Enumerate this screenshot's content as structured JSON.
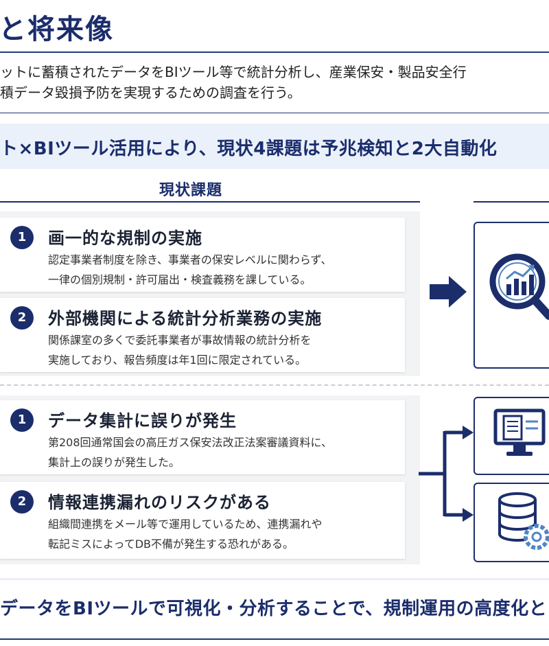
{
  "header": {
    "title": "と将来像",
    "intro_line1": "ットに蓄積されたデータをBIツール等で統計分析し、産業保安・製品安全行",
    "intro_line2": "積データ毀損予防を実現するための調査を行う。"
  },
  "banner": {
    "text": "ト×BIツール活用により、現状4課題は予兆検知と2大自動化"
  },
  "section": {
    "title": "現状課題"
  },
  "group1": {
    "items": [
      {
        "number": "1",
        "title": "画一的な規制の実施",
        "line1": "認定事業者制度を除き、事業者の保安レベルに関わらず、",
        "line2": "一律の個別規制・許可届出・検査義務を課している。"
      },
      {
        "number": "2",
        "title": "外部機関による統計分析業務の実施",
        "line1": "関係課室の多くで委託事業者が事故情報の統計分析を",
        "line2": "実施しており、報告頻度は年1回に限定されている。"
      }
    ]
  },
  "group2": {
    "items": [
      {
        "number": "1",
        "title": "データ集計に誤りが発生",
        "line1": "第208回通常国会の高圧ガス保安法改正法案審議資料に、",
        "line2": "集計上の誤りが発生した。"
      },
      {
        "number": "2",
        "title": "情報連携漏れのリスクがある",
        "line1": "組織間連携をメール等で運用しているため、連携漏れや",
        "line2": "転記ミスによってDB不備が発生する恐れがある。"
      }
    ]
  },
  "icons": {
    "arrow": "right-arrow-icon",
    "analytics": "magnifier-chart-icon",
    "monitor": "monitor-document-icon",
    "database": "database-gear-icon",
    "primary_color": "#1b2d6b"
  },
  "footer": {
    "text": "データをBIツールで可視化・分析することで、規制運用の高度化と"
  }
}
